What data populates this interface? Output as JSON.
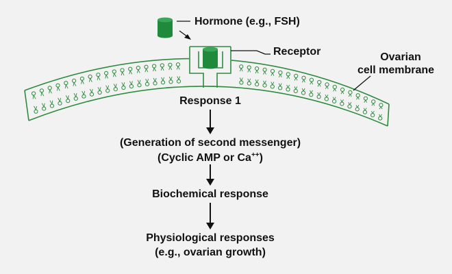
{
  "labels": {
    "hormone": "Hormone (e.g., FSH)",
    "receptor": "Receptor",
    "membrane_line1": "Ovarian",
    "membrane_line2": "cell membrane",
    "response1": "Response 1",
    "second_messenger": "(Generation of second messenger)",
    "cyclic_amp_prefix": "(Cyclic AMP or Ca",
    "cyclic_amp_sup": "++",
    "cyclic_amp_suffix": ")",
    "biochemical": "Biochemical response",
    "physiological_line1": "Physiological responses",
    "physiological_line2": "(e.g., ovarian growth)"
  },
  "colors": {
    "background": "#f2f2f2",
    "membrane_green": "#2e8b3e",
    "hormone_fill": "#1f8a3c",
    "text": "#111111"
  }
}
